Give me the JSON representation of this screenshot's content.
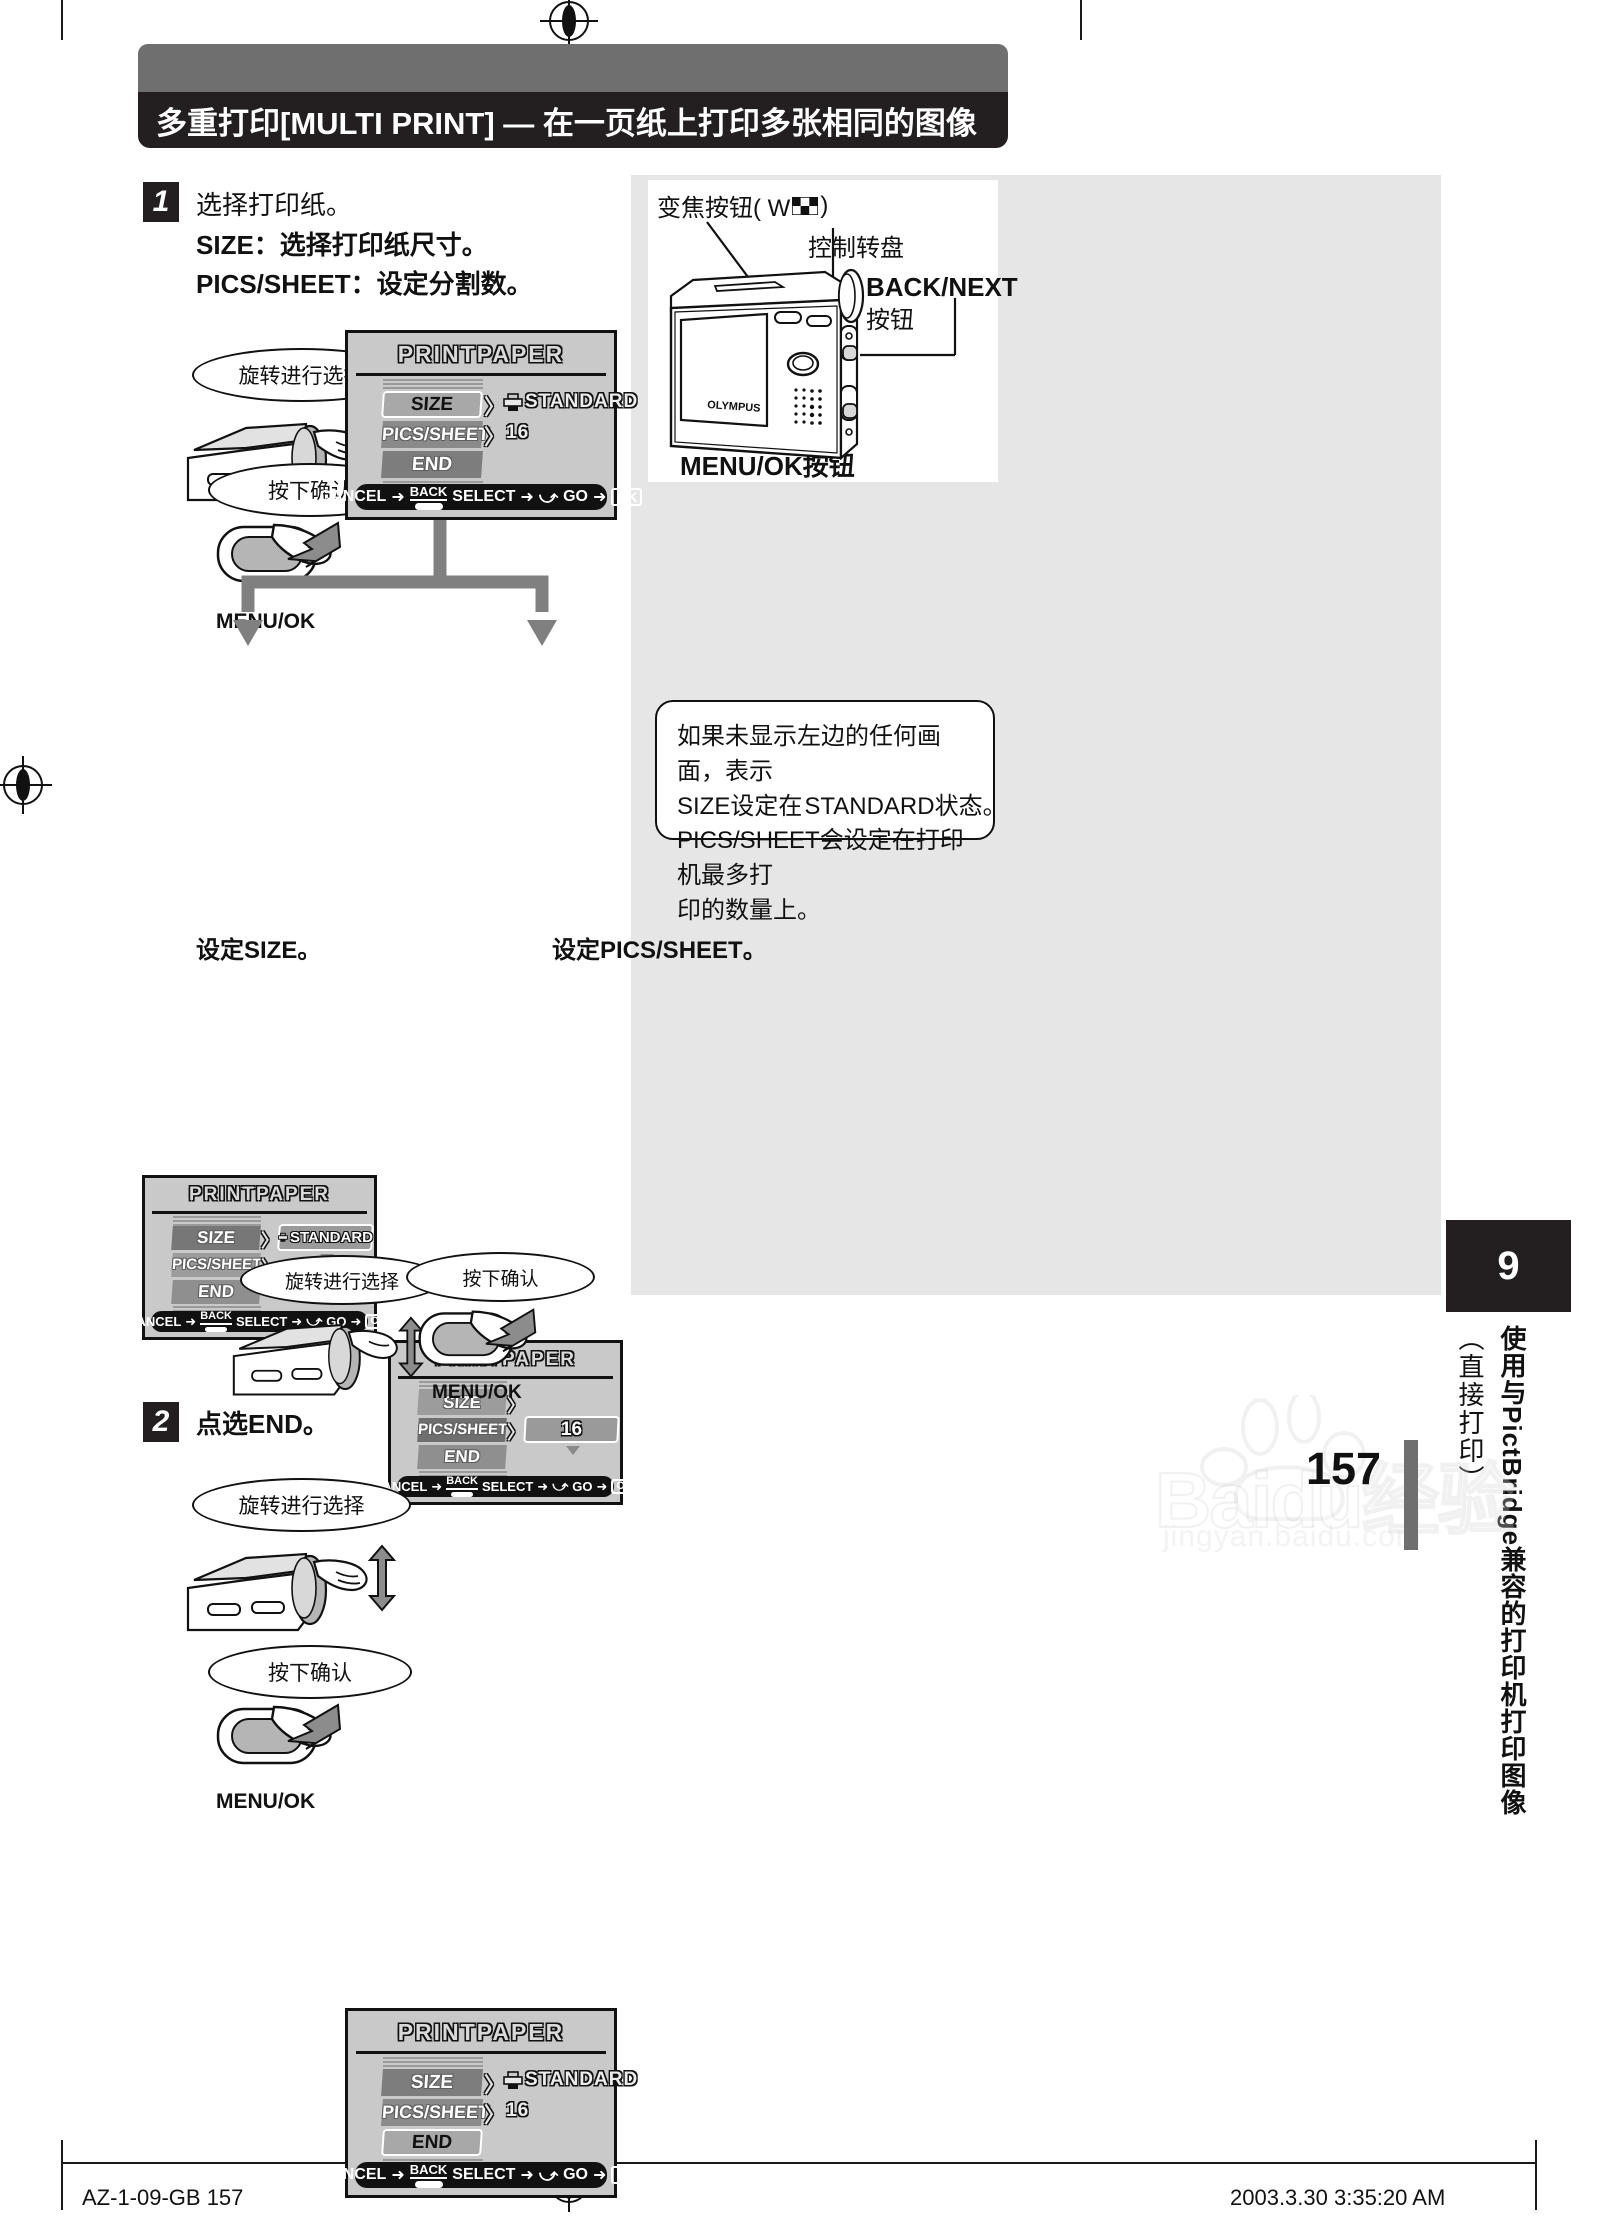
{
  "header": {
    "title": "多重打印[MULTI PRINT] — 在一页纸上打印多张相同的图像"
  },
  "steps": [
    {
      "number": "1",
      "lines": [
        "选择打印纸。",
        "SIZE：选择打印纸尺寸。",
        "PICS/SHEET：设定分割数。"
      ]
    },
    {
      "number": "2",
      "lines": [
        "点选END。"
      ]
    }
  ],
  "callouts": {
    "rotate_to_select": "旋转进行选择",
    "press_to_confirm": "按下确认",
    "menu_ok_label": "MENU/OK"
  },
  "branch_labels": {
    "set_size": "设定SIZE。",
    "set_pics_sheet": "设定PICS/SHEET。"
  },
  "lcd_screens": {
    "main": {
      "title": "PRINTPAPER",
      "rows": [
        {
          "label": "SIZE",
          "chevron": "〉",
          "value": "STANDARD",
          "icon": "printer-icon",
          "selected": true
        },
        {
          "label": "PICS/SHEET",
          "chevron": "〉",
          "value": "16",
          "icon": "",
          "selected": false
        },
        {
          "label": "END",
          "chevron": "",
          "value": "",
          "icon": "",
          "selected": false
        }
      ],
      "bottom_bar": {
        "cancel": "CANCEL",
        "cancel_key": "BACK",
        "select": "SELECT",
        "select_key": "dial-icon",
        "go": "GO",
        "go_key": "OK"
      }
    },
    "size_branch": {
      "title": "PRINTPAPER",
      "rows": [
        {
          "label": "SIZE",
          "chevron": "〉",
          "value": "STANDARD",
          "icon": "printer-icon",
          "selected": false,
          "active_row": true
        },
        {
          "label": "PICS/SHEET",
          "chevron": "〉",
          "value": "",
          "icon": "",
          "selected": false
        },
        {
          "label": "END",
          "chevron": "",
          "value": "",
          "icon": "",
          "selected": false
        }
      ],
      "value_highlighted": "STANDARD",
      "bottom_bar": {
        "cancel": "CANCEL",
        "cancel_key": "BACK",
        "select": "SELECT",
        "select_key": "dial-icon",
        "go": "GO",
        "go_key": "OK"
      }
    },
    "pics_branch": {
      "title": "PRINTPAPER",
      "rows": [
        {
          "label": "SIZE",
          "chevron": "〉",
          "value": "",
          "icon": "",
          "selected": false
        },
        {
          "label": "PICS/SHEET",
          "chevron": "〉",
          "value": "16",
          "icon": "",
          "selected": false,
          "active_row": true
        },
        {
          "label": "END",
          "chevron": "",
          "value": "",
          "icon": "",
          "selected": false
        }
      ],
      "value_highlighted": "16",
      "bottom_bar": {
        "cancel": "CANCEL",
        "cancel_key": "BACK",
        "select": "SELECT",
        "select_key": "dial-icon",
        "go": "GO",
        "go_key": "OK"
      }
    },
    "end_selected": {
      "title": "PRINTPAPER",
      "rows": [
        {
          "label": "SIZE",
          "chevron": "〉",
          "value": "STANDARD",
          "icon": "printer-icon",
          "selected": false
        },
        {
          "label": "PICS/SHEET",
          "chevron": "〉",
          "value": "16",
          "icon": "",
          "selected": false
        },
        {
          "label": "END",
          "chevron": "",
          "value": "",
          "icon": "",
          "selected": true
        }
      ],
      "bottom_bar": {
        "cancel": "CANCEL",
        "cancel_key": "BACK",
        "select": "SELECT",
        "select_key": "dial-icon",
        "go": "GO",
        "go_key": "OK"
      }
    }
  },
  "camera_diagram": {
    "zoom_button_label": "变焦按钮( W ",
    "zoom_button_label_end": " )",
    "zoom_w": "W",
    "control_dial_label": "控制转盘",
    "back_next_label": "BACK/NEXT",
    "back_next_label2": "按钮",
    "menu_ok_label": "MENU/OK按钮",
    "brand": "OLYMPUS"
  },
  "note": {
    "lines": [
      "如果未显示左边的任何画面，表示",
      "SIZE设定在 ",
      " STANDARD状态。",
      "PICS/SHEET会设定在打印机最多打",
      "印的数量上。"
    ]
  },
  "side_tab": {
    "chapter_number": "9",
    "chapter_title": "使用与PictBridge兼容的打印机打印图像",
    "chapter_sub": "（直接打印）"
  },
  "page": {
    "number": "157",
    "footer_left": "AZ-1-09-GB  157",
    "footer_right": "2003.3.30  3:35:20 AM"
  },
  "watermark": {
    "main": "Baidu经验",
    "sub": "jingyan.baidu.com"
  }
}
